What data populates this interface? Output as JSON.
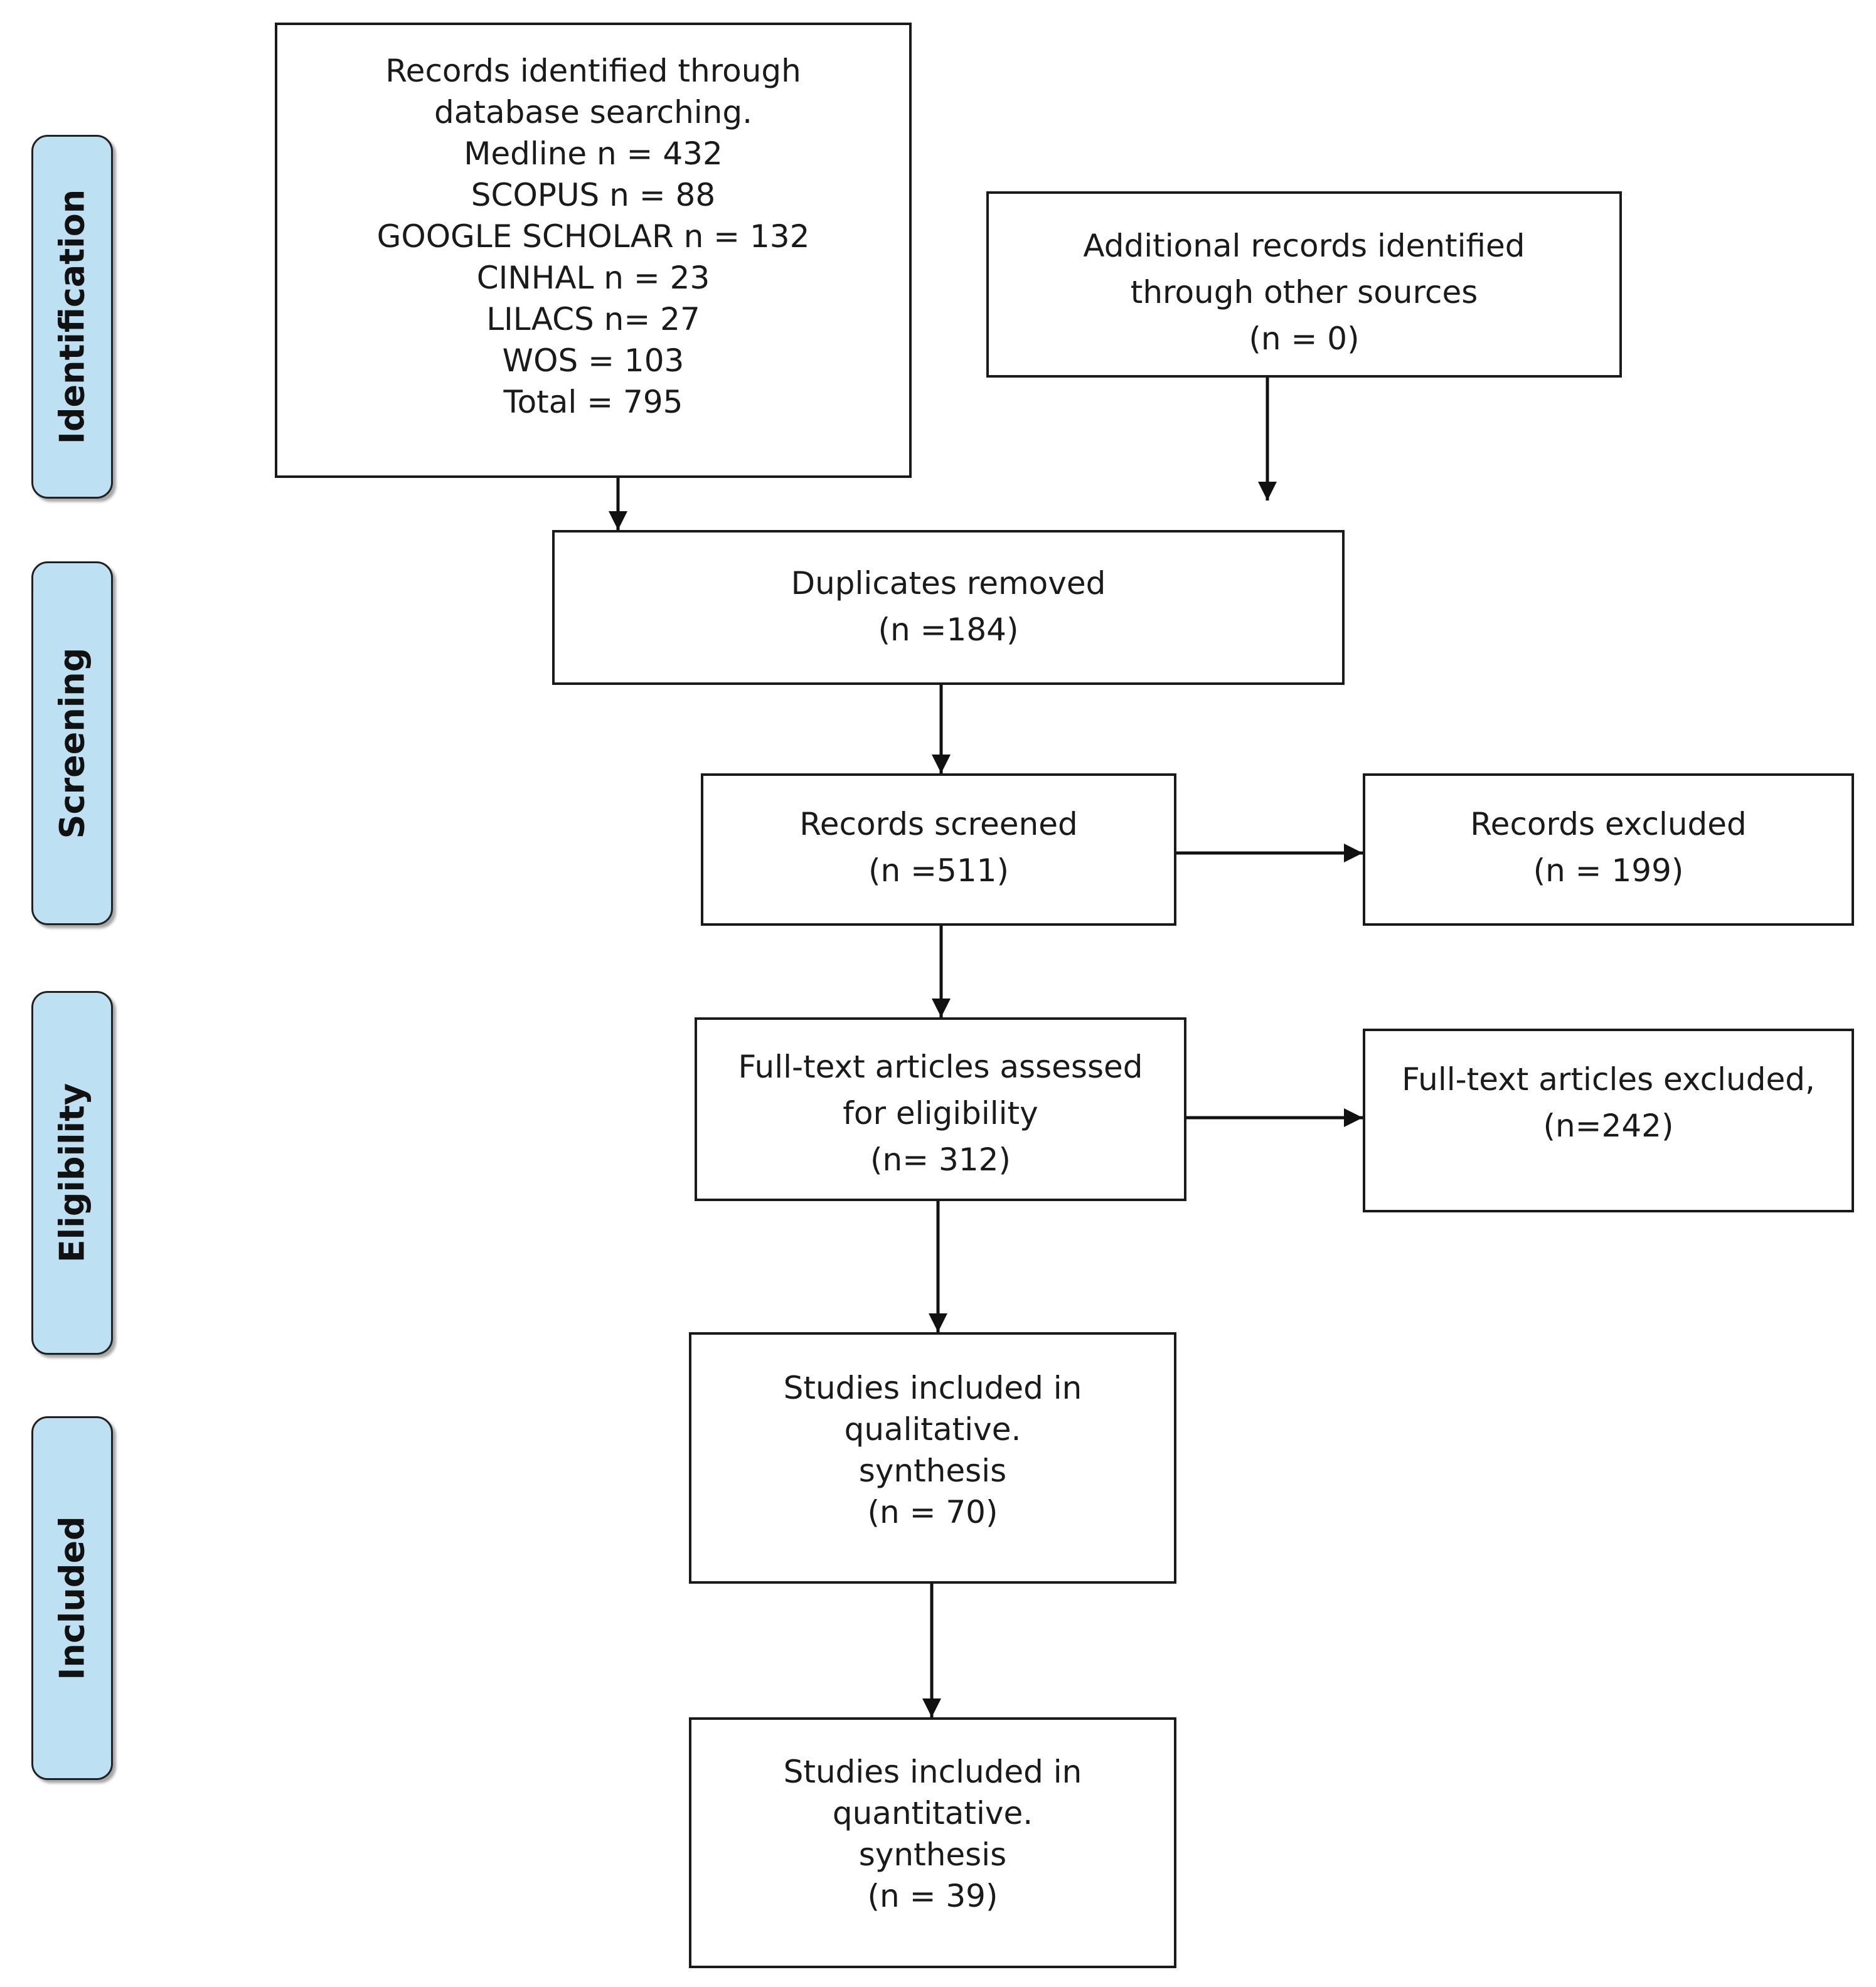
{
  "stages": [
    "Identification",
    "Screening",
    "Eligibility",
    "Included"
  ],
  "boxes": {
    "database_search": {
      "lines": [
        "Records identified through",
        "database searching.",
        "Medline n = 432",
        "SCOPUS n = 88",
        "GOOGLE SCHOLAR n = 132",
        "CINHAL n = 23",
        "LILACS n= 27",
        "WOS = 103",
        "Total = 795"
      ]
    },
    "other_sources": {
      "lines": [
        "Additional records identified",
        "through other sources",
        "(n = 0)"
      ]
    },
    "duplicates_removed": {
      "lines": [
        "Duplicates removed",
        "(n =184)"
      ]
    },
    "records_screened": {
      "lines": [
        "Records screened",
        "(n =511)"
      ]
    },
    "records_excluded": {
      "lines": [
        "Records excluded",
        "(n = 199)"
      ]
    },
    "fulltext_assessed": {
      "lines": [
        "Full-text articles assessed",
        "for eligibility",
        "(n= 312)"
      ]
    },
    "fulltext_excluded": {
      "lines": [
        "Full-text articles excluded,",
        "(n=242)"
      ]
    },
    "qualitative": {
      "lines": [
        "Studies included in",
        "qualitative.",
        "synthesis",
        "(n = 70)"
      ]
    },
    "quantitative": {
      "lines": [
        "Studies included in",
        "quantitative.",
        "synthesis",
        "(n = 39)"
      ]
    }
  }
}
